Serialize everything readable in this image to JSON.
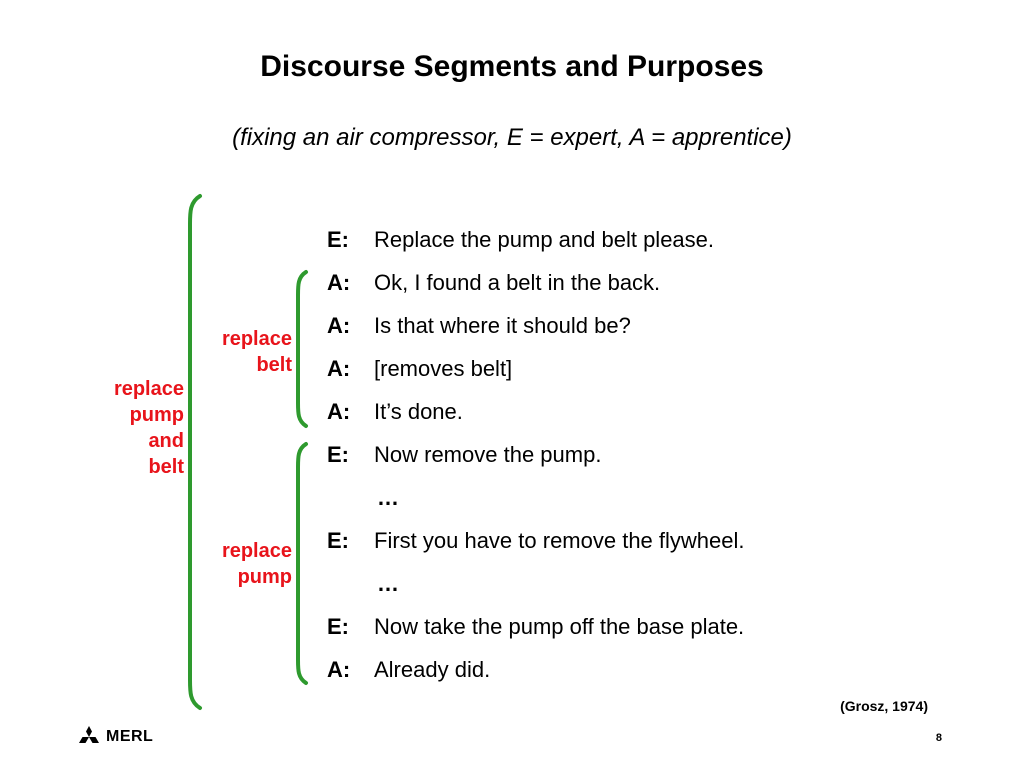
{
  "slide": {
    "title": "Discourse Segments and Purposes",
    "subtitle": "(fixing an air compressor, E = expert, A = apprentice)",
    "segments": {
      "outer": [
        "replace",
        "pump",
        "and",
        "belt"
      ],
      "belt": [
        "replace",
        "belt"
      ],
      "pump": [
        "replace",
        "pump"
      ]
    },
    "dialog": [
      {
        "speaker": "E:",
        "text": "Replace the pump and belt please."
      },
      {
        "speaker": "A:",
        "text": "Ok, I found a belt in the back."
      },
      {
        "speaker": "A:",
        "text": "Is that where it should be?"
      },
      {
        "speaker": "A:",
        "text": "[removes belt]"
      },
      {
        "speaker": "A:",
        "text": "It’s done."
      },
      {
        "speaker": "E:",
        "text": "Now remove the pump."
      },
      {
        "ellipsis": "…"
      },
      {
        "speaker": "E:",
        "text": "First you have to remove the flywheel."
      },
      {
        "ellipsis": "…"
      },
      {
        "speaker": "E:",
        "text": "Now take the pump off the base plate."
      },
      {
        "speaker": "A:",
        "text": "Already did."
      }
    ],
    "citation": "(Grosz, 1974)",
    "page_number": "8",
    "logo_text": "MERL"
  },
  "colors": {
    "bracket": "#2e9a2e",
    "segment_label": "#e8141b"
  },
  "icons": {
    "logo": "mitsubishi-diamonds-icon"
  }
}
